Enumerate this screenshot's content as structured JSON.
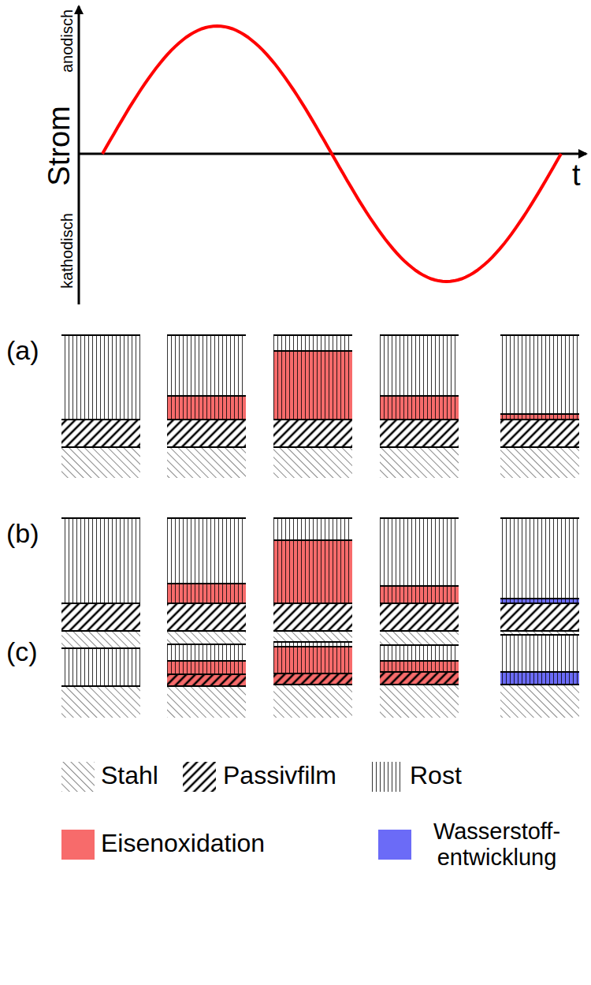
{
  "diagram": {
    "labels": [
      "anodisch",
      "Strom",
      "kathodisch",
      "t",
      "(a)",
      "(b)",
      "(c)"
    ],
    "legend": [
      {
        "text": "Stahl"
      },
      {
        "text": "Passivfilm"
      },
      {
        "text": "Rost"
      },
      {
        "text": "Eisenoxidation",
        "color": "#f76b6b"
      },
      {
        "text": "Wasserstoff- entwicklung",
        "color": "#6b6bf7"
      }
    ]
  }
}
